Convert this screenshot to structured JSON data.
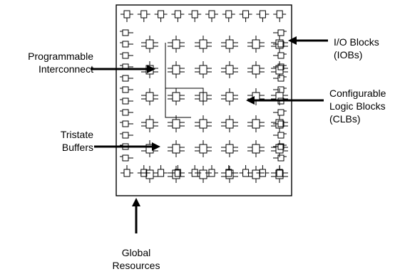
{
  "labels": {
    "programmable_interconnect": [
      "Programmable",
      "Interconnect"
    ],
    "tristate_buffers": [
      "Tristate",
      "Buffers"
    ],
    "io_blocks": [
      "I/O Blocks",
      "(IOBs)"
    ],
    "configurable_logic_blocks": [
      "Configurable",
      "Logic Blocks",
      "(CLBs)"
    ],
    "global_resources": [
      "Global",
      "Resources"
    ]
  },
  "grid": {
    "clb_rows": 6,
    "clb_cols": 6,
    "top_iob_count": 10,
    "bottom_iob_count": 10,
    "side_iob_count": 12
  },
  "colors": {
    "line": "#000000",
    "background": "#ffffff"
  }
}
